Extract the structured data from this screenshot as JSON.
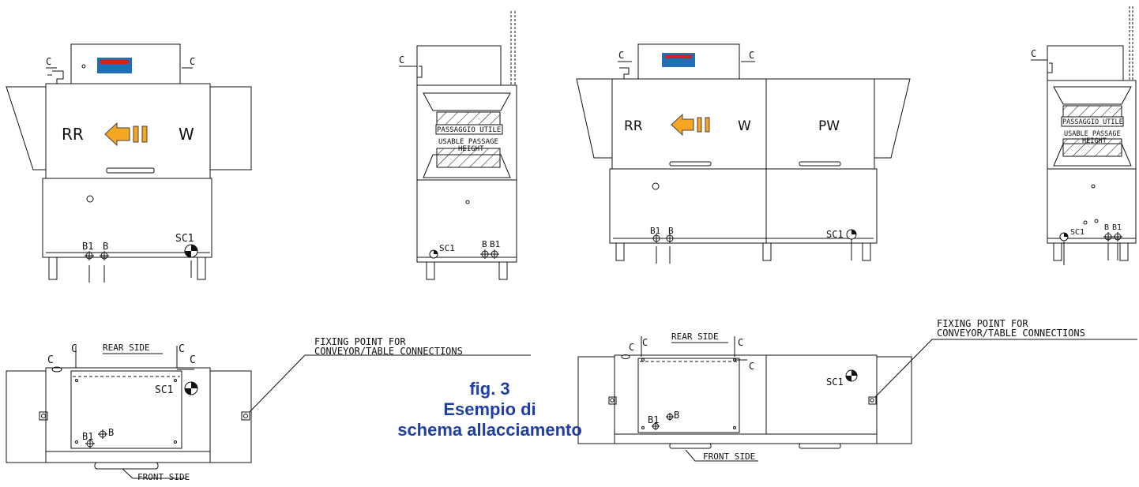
{
  "figure": {
    "caption_line1": "fig. 3",
    "caption_line2": "Esempio di",
    "caption_line3": "schema allacciamento",
    "caption_color": "#1f3fa6"
  },
  "labels": {
    "rr": "RR",
    "w": "W",
    "pw": "PW",
    "c": "C",
    "b": "B",
    "b1": "B1",
    "sc1": "SC1",
    "passage_it": "PASSAGGIO UTILE",
    "passage_en_1": "USABLE PASSAGE",
    "passage_en_2": "HEIGHT",
    "rear_side": "REAR SIDE",
    "front_side": "FRONT SIDE",
    "fixing_line1": "FIXING POINT FOR",
    "fixing_line2": "CONVEYOR/TABLE CONNECTIONS"
  },
  "colors": {
    "arrow": "#f5a623",
    "arrow_stroke": "#444444",
    "panel": "#1e6fb5",
    "panel_display": "#d62020",
    "line": "#111111"
  },
  "icons": {
    "direction": "left-arrow-icon",
    "connection": "crosshair-icon",
    "drain": "drain-icon"
  }
}
